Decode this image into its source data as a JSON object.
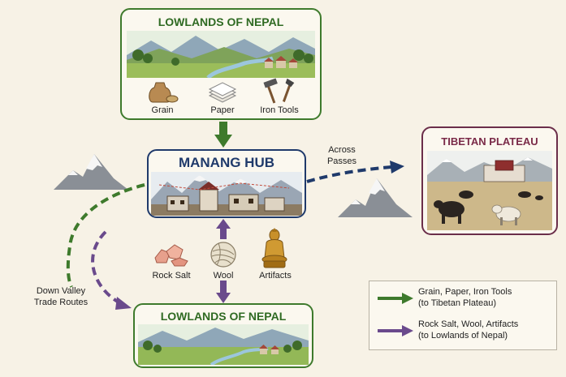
{
  "top_panel": {
    "title": "LOWLANDS OF NEPAL",
    "goods": [
      "Grain",
      "Paper",
      "Iron Tools"
    ]
  },
  "hub": {
    "title": "MANANG HUB"
  },
  "hub_goods": [
    "Rock Salt",
    "Wool",
    "Artifacts"
  ],
  "tibet": {
    "title": "TIBETAN PLATEAU"
  },
  "bottom_panel": {
    "title": "LOWLANDS OF NEPAL"
  },
  "route_labels": {
    "across_l1": "Across",
    "across_l2": "Passes",
    "down_l1": "Down Valley",
    "down_l2": "Trade Routes"
  },
  "legend": {
    "item1_l1": "Grain, Paper, Iron Tools",
    "item1_l2": "(to Tibetan Plateau)",
    "item2_l1": "Rock Salt, Wool, Artifacts",
    "item2_l2": "(to Lowlands of Nepal)"
  },
  "colors": {
    "green": "#3e7a2c",
    "purple": "#6a4a8c",
    "navy": "#1f3a6b",
    "plum": "#6b2e4a"
  }
}
